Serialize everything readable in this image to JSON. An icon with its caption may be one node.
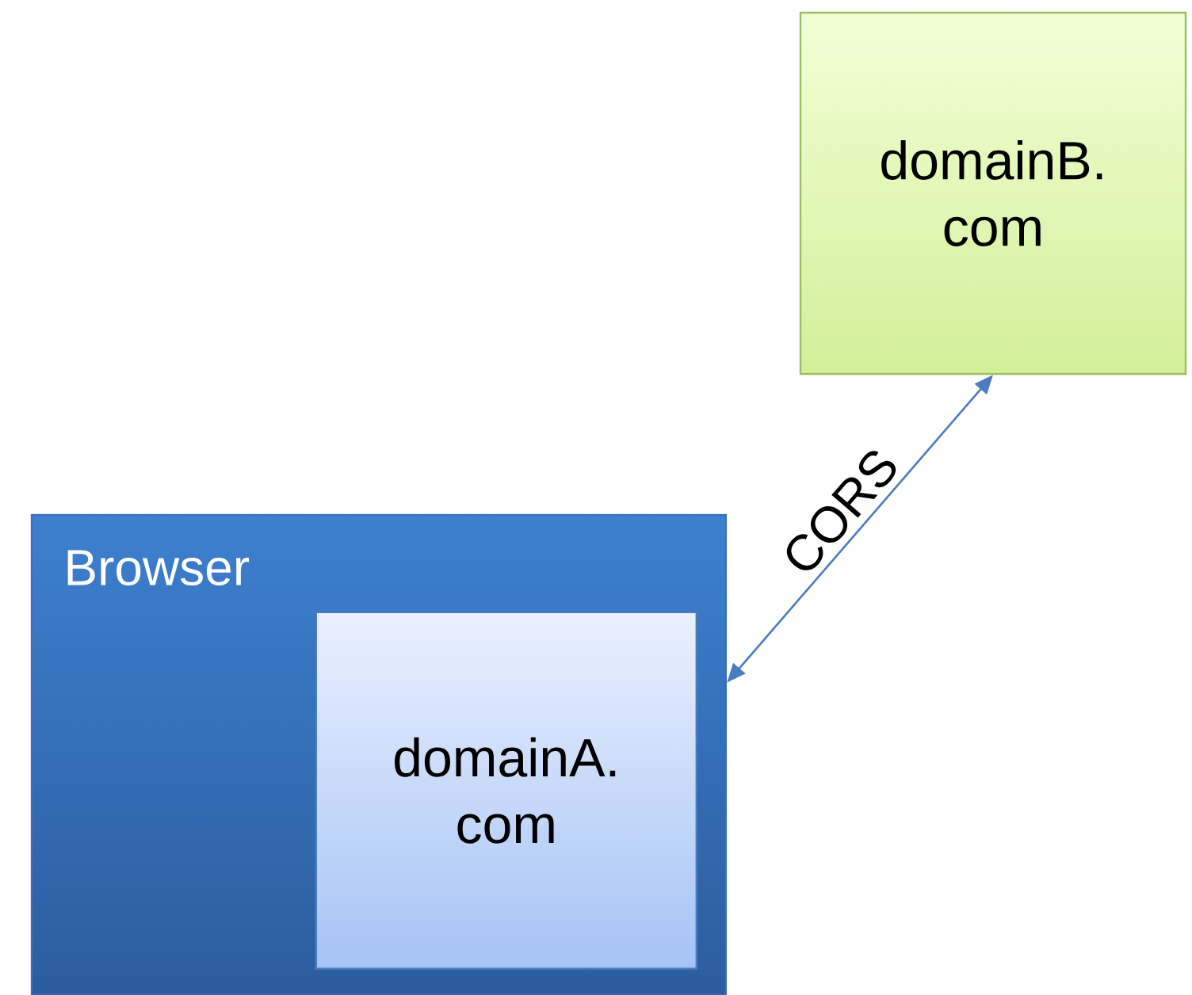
{
  "diagram": {
    "nodes": [
      {
        "text": [
          "Browser"
        ]
      },
      {
        "text": [
          "domainA. com"
        ],
        "in": 0
      },
      {
        "text": [
          "domainB. com"
        ]
      }
    ],
    "edges": [
      {
        "from": 0,
        "to": 2,
        "arrow": "both",
        "label": "CORS"
      }
    ]
  }
}
